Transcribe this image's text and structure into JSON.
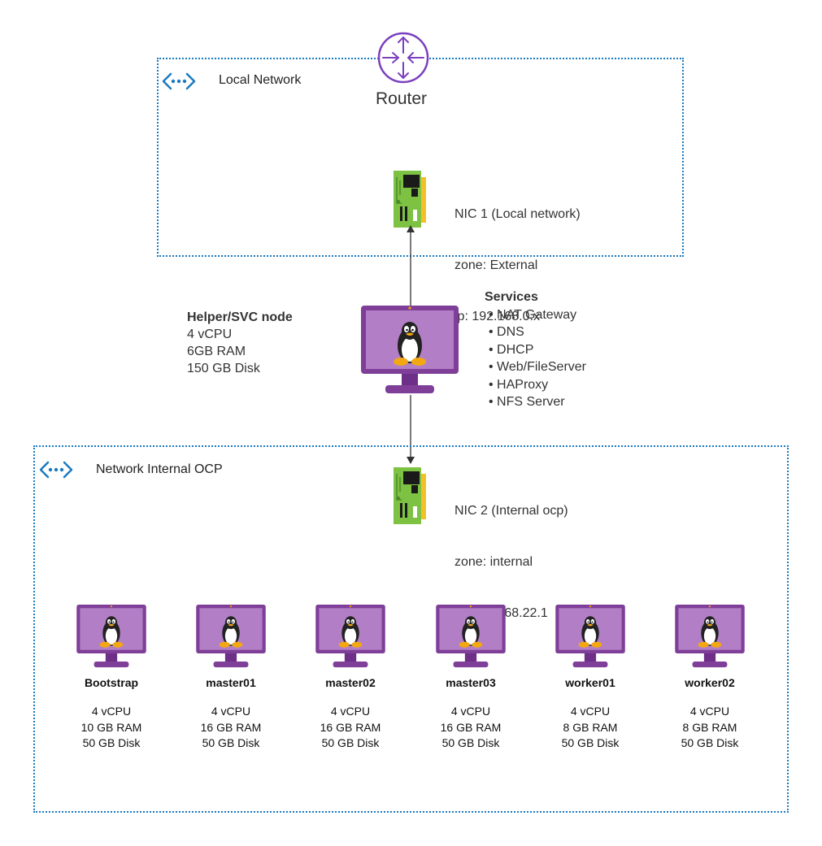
{
  "router": {
    "label": "Router"
  },
  "local_network": {
    "label": "Local Network"
  },
  "internal_network": {
    "label": "Network Internal OCP"
  },
  "nic1": {
    "lines": [
      "NIC 1 (Local network)",
      "zone: External",
      "ip: 192.168.0.x"
    ]
  },
  "nic2": {
    "lines": [
      "NIC 2 (Internal ocp)",
      "zone: internal",
      "ip: 192.168.22.1"
    ]
  },
  "helper": {
    "title": "Helper/SVC node",
    "lines": [
      "4 vCPU",
      "6GB RAM",
      "150 GB Disk"
    ]
  },
  "services": {
    "title": "Services",
    "items": [
      "NAT Gateway",
      "DNS",
      "DHCP",
      "Web/FileServer",
      "HAProxy",
      "NFS Server"
    ]
  },
  "nodes": [
    {
      "name": "Bootstrap",
      "cpu": "4 vCPU",
      "ram": "10 GB RAM",
      "disk": "50 GB Disk"
    },
    {
      "name": "master01",
      "cpu": "4 vCPU",
      "ram": "16 GB RAM",
      "disk": "50 GB Disk"
    },
    {
      "name": "master02",
      "cpu": "4 vCPU",
      "ram": "16 GB RAM",
      "disk": "50 GB Disk"
    },
    {
      "name": "master03",
      "cpu": "4 vCPU",
      "ram": "16 GB RAM",
      "disk": "50 GB Disk"
    },
    {
      "name": "worker01",
      "cpu": "4 vCPU",
      "ram": "8 GB RAM",
      "disk": "50 GB Disk"
    },
    {
      "name": "worker02",
      "cpu": "4 vCPU",
      "ram": "8 GB RAM",
      "disk": "50 GB Disk"
    }
  ],
  "colors": {
    "zone_border": "#1a7ac0",
    "router": "#7b3fbf",
    "monitor_frame": "#7f3f98",
    "monitor_screen": "#b27fc6",
    "nic_green": "#7dc243",
    "nic_chip": "#1a1a1a",
    "nic_gold": "#f4c02a"
  },
  "icons": {
    "router": "router-icon",
    "network": "virtual-network-icon",
    "nic": "network-card-icon",
    "server": "linux-monitor-icon"
  }
}
